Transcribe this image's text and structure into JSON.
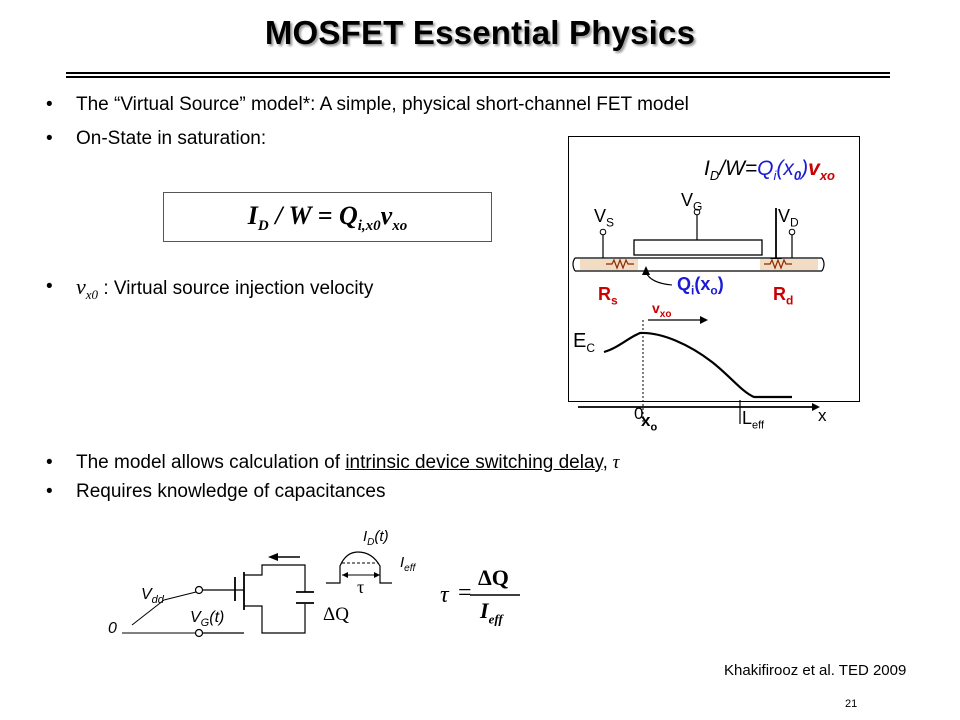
{
  "slide": {
    "title": "MOSFET Essential Physics",
    "page_number": "21",
    "citation": "Khakifirooz et al. TED 2009"
  },
  "bullets": [
    {
      "text": "The “Virtual Source” model*:  A simple, physical short-channel FET model"
    },
    {
      "text": "On-State in saturation:"
    },
    {
      "symbol": "v",
      "sub": "x0",
      "text": " : Virtual source injection velocity"
    },
    {
      "pre": "The model allows calculation of ",
      "underlined": "intrinsic device switching delay,",
      "post": " τ"
    },
    {
      "text": "Requires knowledge of capacitances"
    }
  ],
  "equation_box": {
    "lhs": "I",
    "lhs_sub": "D",
    "mid": " / W  = Q",
    "mid_sub": "i,x0",
    "rhs": "v",
    "rhs_sub": "xo"
  },
  "device_diagram": {
    "eq_prefix": "I",
    "eq_prefix_sub": "D",
    "eq_mid": "/W=",
    "eq_q": "Q",
    "eq_q_sub": "i",
    "eq_paren_open": "(x",
    "eq_paren_sub": "0",
    "eq_paren_close": ")",
    "eq_v": "v",
    "eq_v_sub": "xo",
    "vs": "V",
    "vs_sub": "S",
    "vg": "V",
    "vg_sub": "G",
    "vd": "V",
    "vd_sub": "D",
    "rs": "R",
    "rs_sub": "s",
    "rd": "R",
    "rd_sub": "d",
    "qi": "Q",
    "qi_sub": "i",
    "qi_paren": "(x",
    "qi_paren_sub": "o",
    "qi_close": ")",
    "vxo": "v",
    "vxo_sub": "xo",
    "ec": "E",
    "ec_sub": "C",
    "zero": "0",
    "xo": "x",
    "xo_sub": "o",
    "leff": "L",
    "leff_sub": "eff",
    "x_axis": "x",
    "colors": {
      "accent_red": "#cc0000",
      "accent_blue": "#1b1bd6"
    }
  },
  "circuit": {
    "vdd": "V",
    "vdd_sub": "dd",
    "zero": "0",
    "vg": "V",
    "vg_sub": "G",
    "vg_t": "(t)",
    "id": "I",
    "id_sub": "D",
    "id_t": "(t)",
    "ieff": "I",
    "ieff_sub": "eff",
    "tau": "τ",
    "dq": "ΔQ"
  },
  "tau_formula": {
    "lhs": "τ",
    "eq": "=",
    "num": "ΔQ",
    "den": "I",
    "den_sub": "eff"
  }
}
